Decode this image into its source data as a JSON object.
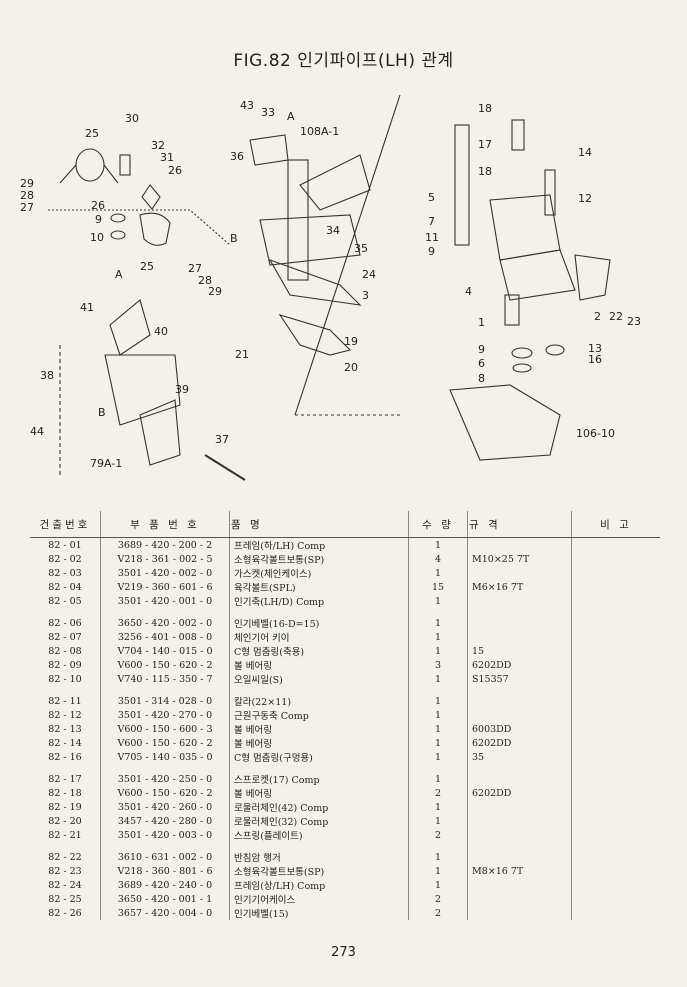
{
  "title": "FIG.82 인기파이프(LH) 관계",
  "diagram_labels": [
    "30",
    "25",
    "32",
    "31",
    "26",
    "29",
    "28",
    "27",
    "26",
    "9",
    "10",
    "25",
    "27",
    "28",
    "29",
    "43",
    "33",
    "36",
    "A",
    "108A-1",
    "34",
    "35",
    "24",
    "3",
    "19",
    "20",
    "21",
    "B",
    "A",
    "41",
    "40",
    "39",
    "38",
    "44",
    "B",
    "37",
    "79A-1",
    "18",
    "17",
    "14",
    "18",
    "12",
    "5",
    "7",
    "11",
    "9",
    "4",
    "2",
    "22",
    "23",
    "1",
    "9",
    "6",
    "8",
    "13",
    "16",
    "106-10"
  ],
  "table": {
    "headers": [
      "건출번호",
      "부 품 번 호",
      "품 명",
      "수 량",
      "규 격",
      "비 고"
    ],
    "groups": [
      [
        [
          "82 - 01",
          "3689 - 420 - 200 - 2",
          "프레임(하/LH) Comp",
          "1",
          "",
          ""
        ],
        [
          "82 - 02",
          "V218 - 361 - 002 - 5",
          "소형육각볼트보통(SP)",
          "4",
          "M10×25 7T",
          ""
        ],
        [
          "82 - 03",
          "3501 - 420 - 002 - 0",
          "가스켓(체인케이스)",
          "1",
          "",
          ""
        ],
        [
          "82 - 04",
          "V219 - 360 - 601 - 6",
          "육각볼트(SPL)",
          "15",
          "M6×16 7T",
          ""
        ],
        [
          "82 - 05",
          "3501 - 420 - 001 - 0",
          "인기축(LH/D) Comp",
          "1",
          "",
          ""
        ]
      ],
      [
        [
          "82 - 06",
          "3650 - 420 - 002 - 0",
          "인기베벨(16-D=15)",
          "1",
          "",
          ""
        ],
        [
          "82 - 07",
          "3256 - 401 - 008 - 0",
          "체인기어 키이",
          "1",
          "",
          ""
        ],
        [
          "82 - 08",
          "V704 - 140 - 015 - 0",
          "C형 멈춤링(축용)",
          "1",
          "15",
          ""
        ],
        [
          "82 - 09",
          "V600 - 150 - 620 - 2",
          "볼 베어링",
          "3",
          "6202DD",
          ""
        ],
        [
          "82 - 10",
          "V740 - 115 - 350 - 7",
          "오일씨일(S)",
          "1",
          "S15357",
          ""
        ]
      ],
      [
        [
          "82 - 11",
          "3501 - 314 - 028 - 0",
          "칼라(22×11)",
          "1",
          "",
          ""
        ],
        [
          "82 - 12",
          "3501 - 420 - 270 - 0",
          "근원구동축 Comp",
          "1",
          "",
          ""
        ],
        [
          "82 - 13",
          "V600 - 150 - 600 - 3",
          "볼 베어링",
          "1",
          "6003DD",
          ""
        ],
        [
          "82 - 14",
          "V600 - 150 - 620 - 2",
          "볼 베어링",
          "1",
          "6202DD",
          ""
        ],
        [
          "82 - 16",
          "V705 - 140 - 035 - 0",
          "C형 멈춤링(구멍용)",
          "1",
          "35",
          ""
        ]
      ],
      [
        [
          "82 - 17",
          "3501 - 420 - 250 - 0",
          "스프로켓(17) Comp",
          "1",
          "",
          ""
        ],
        [
          "82 - 18",
          "V600 - 150 - 620 - 2",
          "볼 베어링",
          "2",
          "6202DD",
          ""
        ],
        [
          "82 - 19",
          "3501 - 420 - 260 - 0",
          "로울러체인(42) Comp",
          "1",
          "",
          ""
        ],
        [
          "82 - 20",
          "3457 - 420 - 280 - 0",
          "로울러체인(32) Comp",
          "1",
          "",
          ""
        ],
        [
          "82 - 21",
          "3501 - 420 - 003 - 0",
          "스프링(플레이트)",
          "2",
          "",
          ""
        ]
      ],
      [
        [
          "82 - 22",
          "3610 - 631 - 002 - 0",
          "반침암 행거",
          "1",
          "",
          ""
        ],
        [
          "82 - 23",
          "V218 - 360 - 801 - 6",
          "소형육각볼트보통(SP)",
          "1",
          "M8×16 7T",
          ""
        ],
        [
          "82 - 24",
          "3689 - 420 - 240 - 0",
          "프레임(상/LH) Comp",
          "1",
          "",
          ""
        ],
        [
          "82 - 25",
          "3650 - 420 - 001 - 1",
          "인기기어케이스",
          "2",
          "",
          ""
        ],
        [
          "82 - 26",
          "3657 - 420 - 004 - 0",
          "인기베벨(15)",
          "2",
          "",
          ""
        ]
      ]
    ]
  },
  "page_number": "273"
}
